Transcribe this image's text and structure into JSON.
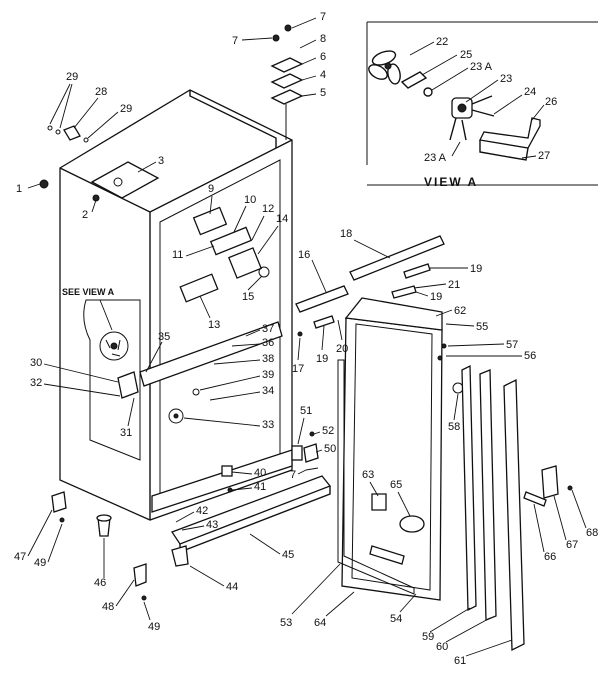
{
  "view_title": "VIEW A",
  "see_view_note": "SEE VIEW A",
  "callouts": {
    "c1": "1",
    "c2": "2",
    "c3": "3",
    "c4": "4",
    "c5": "5",
    "c6": "6",
    "c7a": "7",
    "c7b": "7",
    "c7c": "7",
    "c8": "8",
    "c9": "9",
    "c10": "10",
    "c11": "11",
    "c12": "12",
    "c13": "13",
    "c14": "14",
    "c15": "15",
    "c16": "16",
    "c17": "17",
    "c18": "18",
    "c19a": "19",
    "c19b": "19",
    "c19c": "19",
    "c20": "20",
    "c21": "21",
    "c22": "22",
    "c23": "23",
    "c23a1": "23 A",
    "c23a2": "23 A",
    "c24": "24",
    "c25": "25",
    "c26": "26",
    "c27": "27",
    "c28": "28",
    "c29a": "29",
    "c29b": "29",
    "c30": "30",
    "c31": "31",
    "c32": "32",
    "c33": "33",
    "c34": "34",
    "c35": "35",
    "c36": "36",
    "c37": "37",
    "c38": "38",
    "c39": "39",
    "c40": "40",
    "c41": "41",
    "c42": "42",
    "c43": "43",
    "c44": "44",
    "c45": "45",
    "c46": "46",
    "c47": "47",
    "c48": "48",
    "c49a": "49",
    "c49b": "49",
    "c50": "50",
    "c51": "51",
    "c52": "52",
    "c53": "53",
    "c54": "54",
    "c55": "55",
    "c56": "56",
    "c57": "57",
    "c58": "58",
    "c59": "59",
    "c60": "60",
    "c61": "61",
    "c62": "62",
    "c63": "63",
    "c64": "64",
    "c65": "65",
    "c66": "66",
    "c67": "67",
    "c68": "68"
  }
}
